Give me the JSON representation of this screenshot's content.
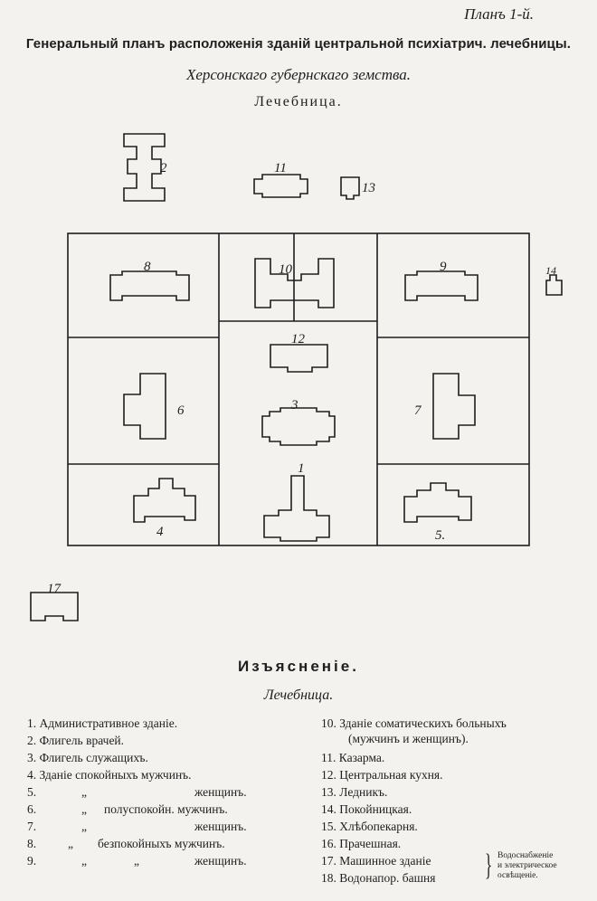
{
  "header": {
    "plan_label": "Планъ 1-й.",
    "title": "Генеральный планъ расположенія зданій центральной психіатрич. лечебницы.",
    "subtitle": "Херсонскаго губернскаго земства.",
    "section": "Лечебница."
  },
  "building_numbers": {
    "b1": "1",
    "b2": "2",
    "b3": "3",
    "b4": "4",
    "b5": "5.",
    "b6": "6",
    "b7": "7",
    "b8": "8",
    "b9": "9",
    "b10": "10",
    "b11": "11",
    "b12": "12",
    "b13": "13",
    "b14": "14",
    "b17": "17"
  },
  "legend": {
    "title": "Изъясненіе.",
    "subtitle": "Лечебница.",
    "left_items": [
      {
        "num": "1.",
        "text": "Административное зданіе."
      },
      {
        "num": "2.",
        "text": "Флигель врачей."
      },
      {
        "num": "3.",
        "text": "Флигель служащихъ."
      },
      {
        "num": "4.",
        "text": "Зданіе спокойныхъ мужчинъ."
      },
      {
        "num": "5.",
        "ditto": "„",
        "text": "женщинъ."
      },
      {
        "num": "6.",
        "ditto": "„",
        "text": "полуспокойн. мужчинъ."
      },
      {
        "num": "7.",
        "ditto": "„",
        "text": "женщинъ."
      },
      {
        "num": "8.",
        "ditto": "„",
        "text": "безпокойныхъ мужчинъ."
      },
      {
        "num": "9.",
        "ditto": "„",
        "ditto2": "„",
        "text": "женщинъ."
      }
    ],
    "right_items": [
      {
        "num": "10.",
        "text": "Зданіе соматическихъ больныхъ"
      },
      {
        "num": "",
        "text": "(мужчинъ и женщинъ)."
      },
      {
        "num": "11.",
        "text": "Казарма."
      },
      {
        "num": "12.",
        "text": "Центральная кухня."
      },
      {
        "num": "13.",
        "text": "Ледникъ."
      },
      {
        "num": "14.",
        "text": "Покойницкая."
      },
      {
        "num": "15.",
        "text": "Хлѣбопекарня."
      },
      {
        "num": "16.",
        "text": "Прачешная."
      },
      {
        "num": "17.",
        "text": "Машинное зданіе"
      },
      {
        "num": "18.",
        "text": "Водонапор. башня"
      }
    ],
    "brace_note_line1": "Водоснабженіе",
    "brace_note_line2": "и электрическое",
    "brace_note_line3": "освѣщеніе."
  },
  "colors": {
    "ink": "#1e1e1e",
    "paper": "#f3f2ee"
  }
}
